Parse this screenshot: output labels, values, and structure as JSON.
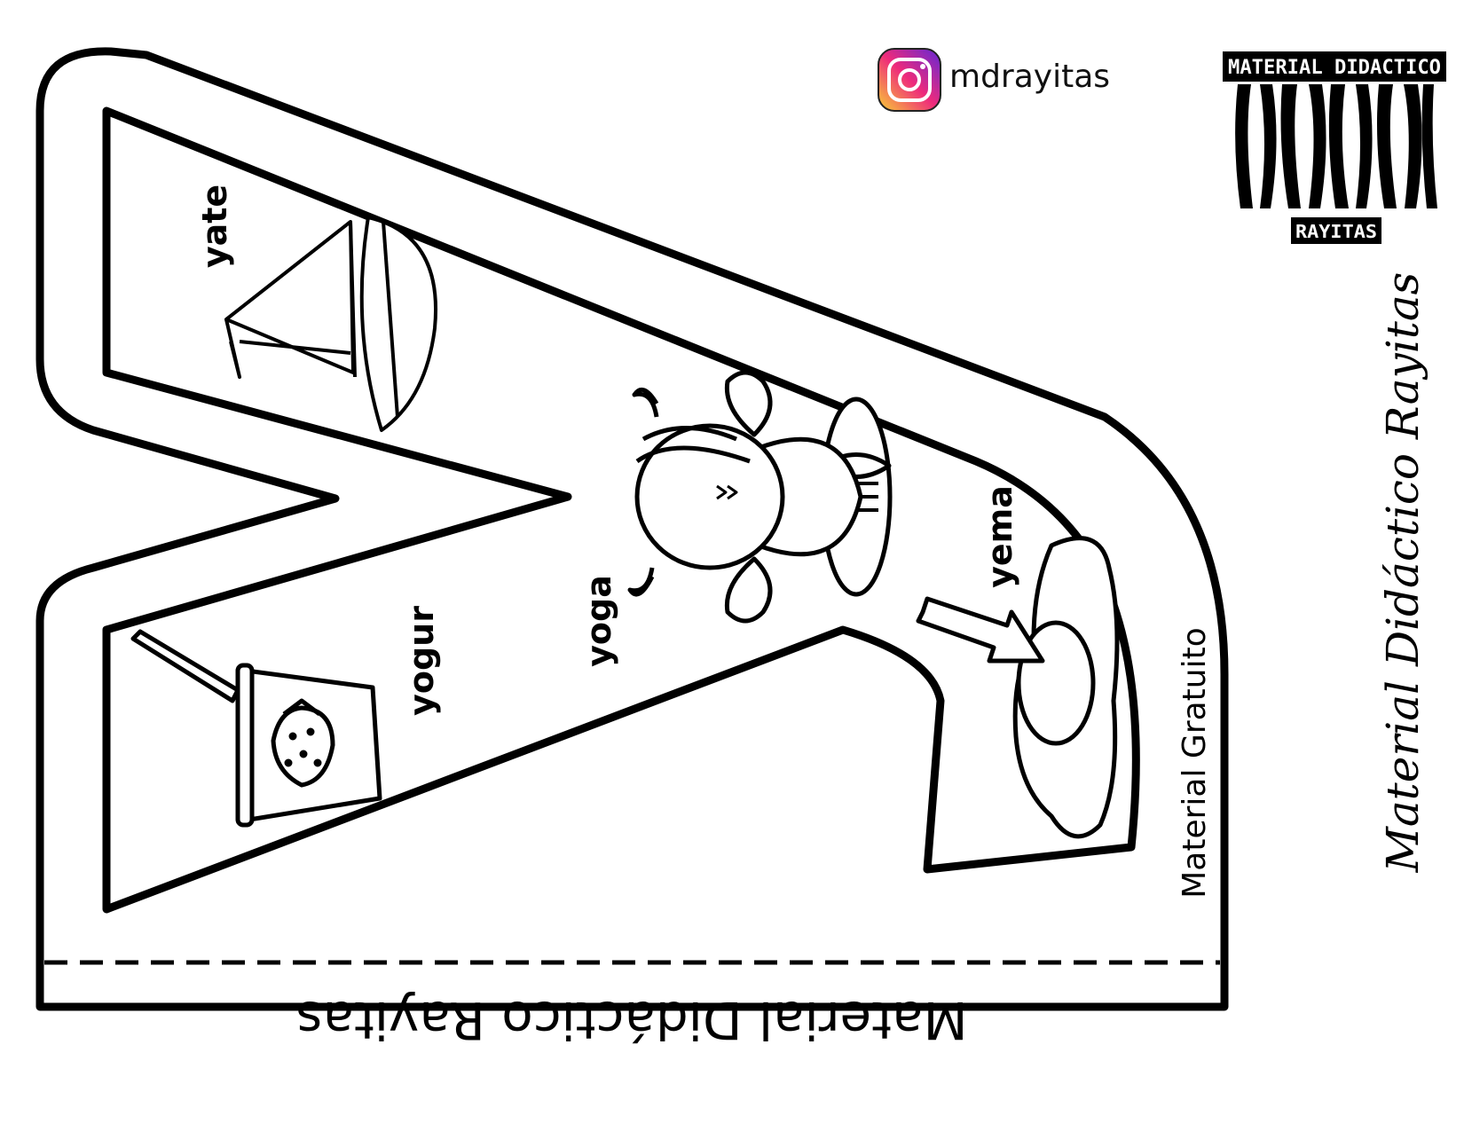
{
  "header": {
    "instagram_handle": "mdrayitas",
    "logo_top_text": "MATERIAL DIDACTICO",
    "logo_bottom_text": "RAYITAS"
  },
  "side_watermark": "Material Didáctico Rayitas",
  "letter_card": {
    "tab_text": "Material Didáctico Rayitas",
    "side_note": "Material Gratuito",
    "words": {
      "yate": "yate",
      "yoga": "yoga",
      "yogur": "yogur",
      "yema": "yema"
    }
  },
  "icons": [
    "instagram-icon",
    "zebra-logo",
    "sailboat-icon",
    "yoga-girl-icon",
    "yogurt-cup-icon",
    "fried-egg-icon"
  ],
  "colors": {
    "ink": "#000000",
    "paper": "#ffffff",
    "instagram_gradient": [
      "#f9ce34",
      "#ee2a7b",
      "#6228d7"
    ]
  }
}
